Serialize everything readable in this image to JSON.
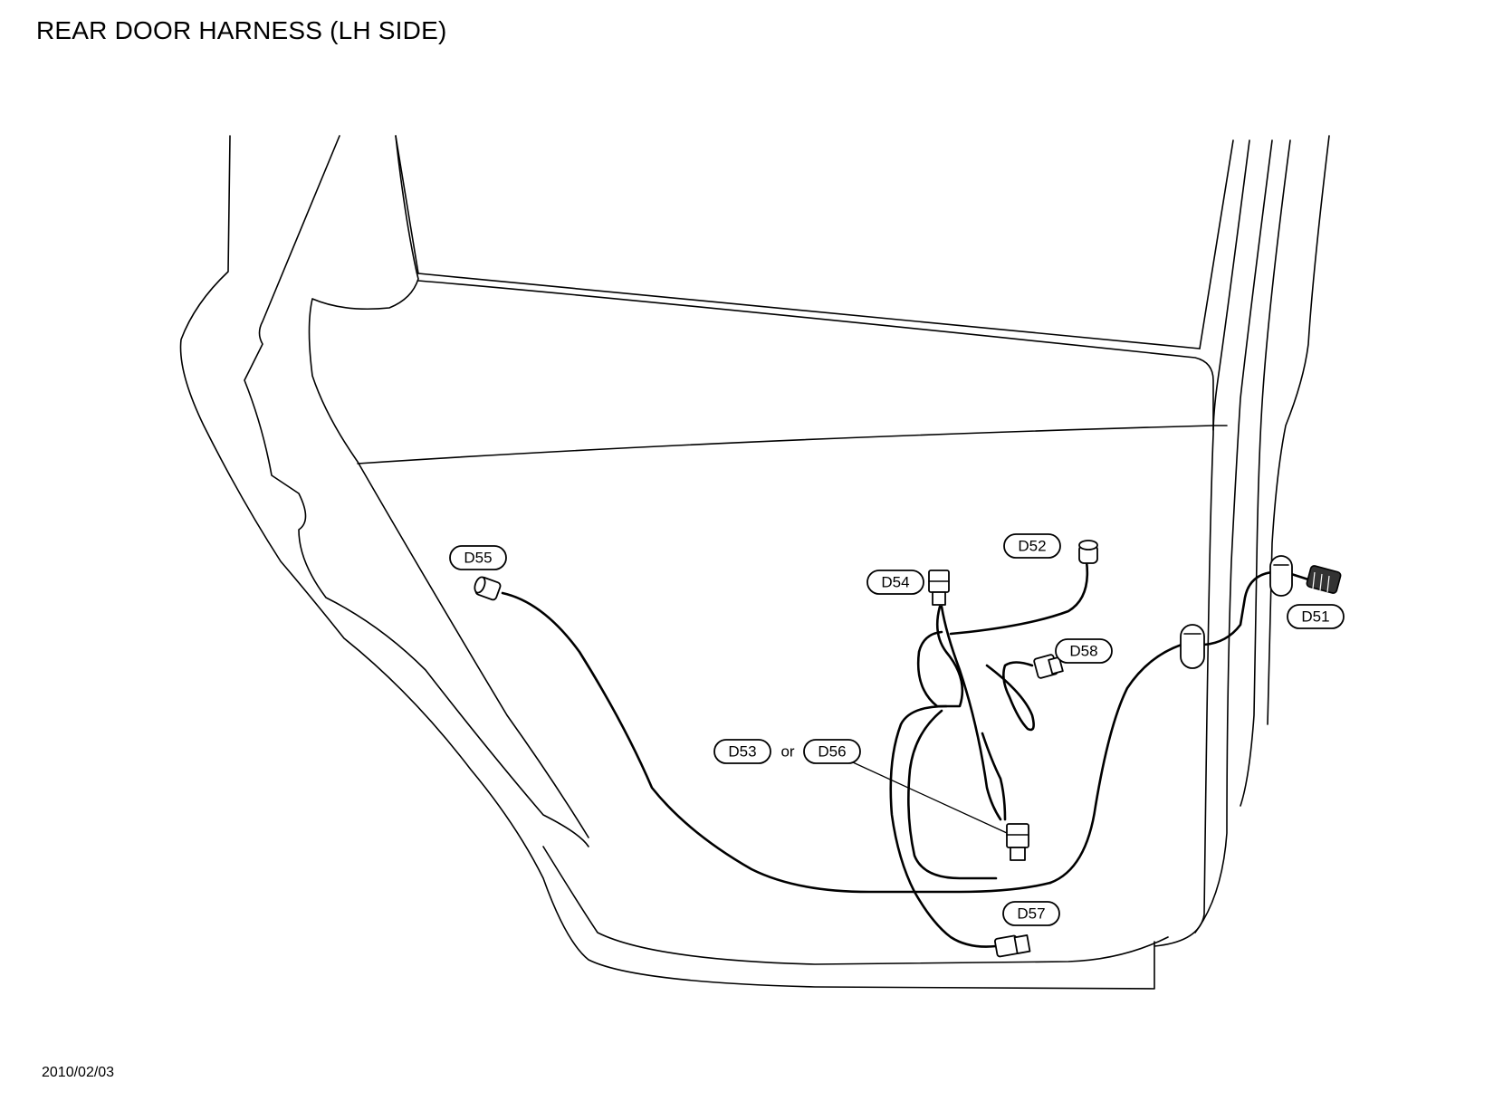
{
  "title": "REAR DOOR HARNESS (LH SIDE)",
  "date": "2010/02/03",
  "connectors": {
    "d51": "D51",
    "d52": "D52",
    "d53": "D53",
    "d54": "D54",
    "d55": "D55",
    "d56": "D56",
    "d57": "D57",
    "d58": "D58"
  },
  "or_label": "or"
}
